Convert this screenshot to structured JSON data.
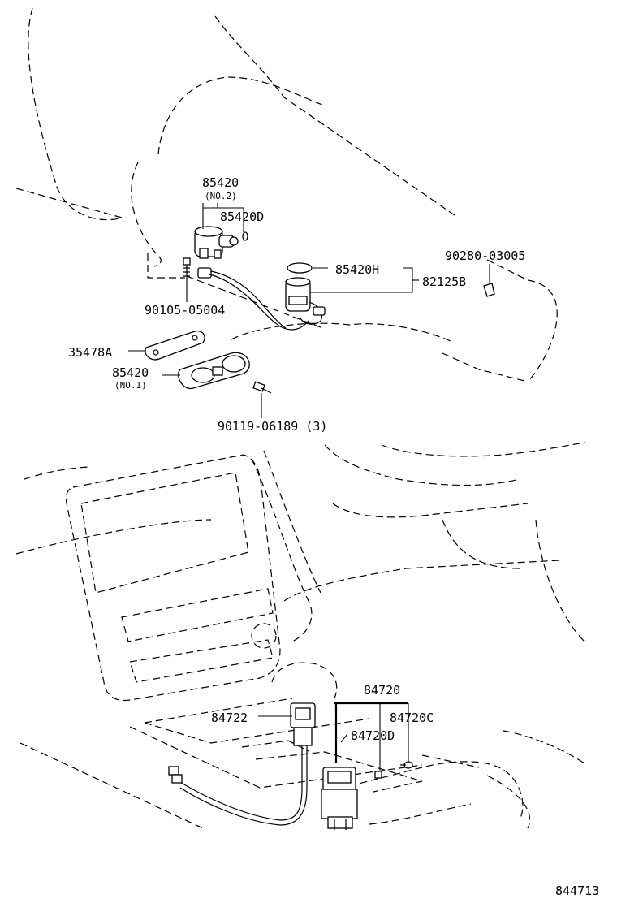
{
  "diagram": {
    "catalog_number": "844713",
    "labels": {
      "p85420_top": "85420",
      "p85420_top_note": "(NO.2)",
      "p85420d": "85420D",
      "p90105": "90105-05004",
      "p85420h": "85420H",
      "p82125b": "82125B",
      "p90280": "90280-03005",
      "p35478a": "35478A",
      "p85420_mid": "85420",
      "p85420_mid_note": "(NO.1)",
      "p90119": "90119-06189 (3)",
      "p84720": "84720",
      "p84722": "84722",
      "p84720c": "84720C",
      "p84720d": "84720D"
    }
  }
}
